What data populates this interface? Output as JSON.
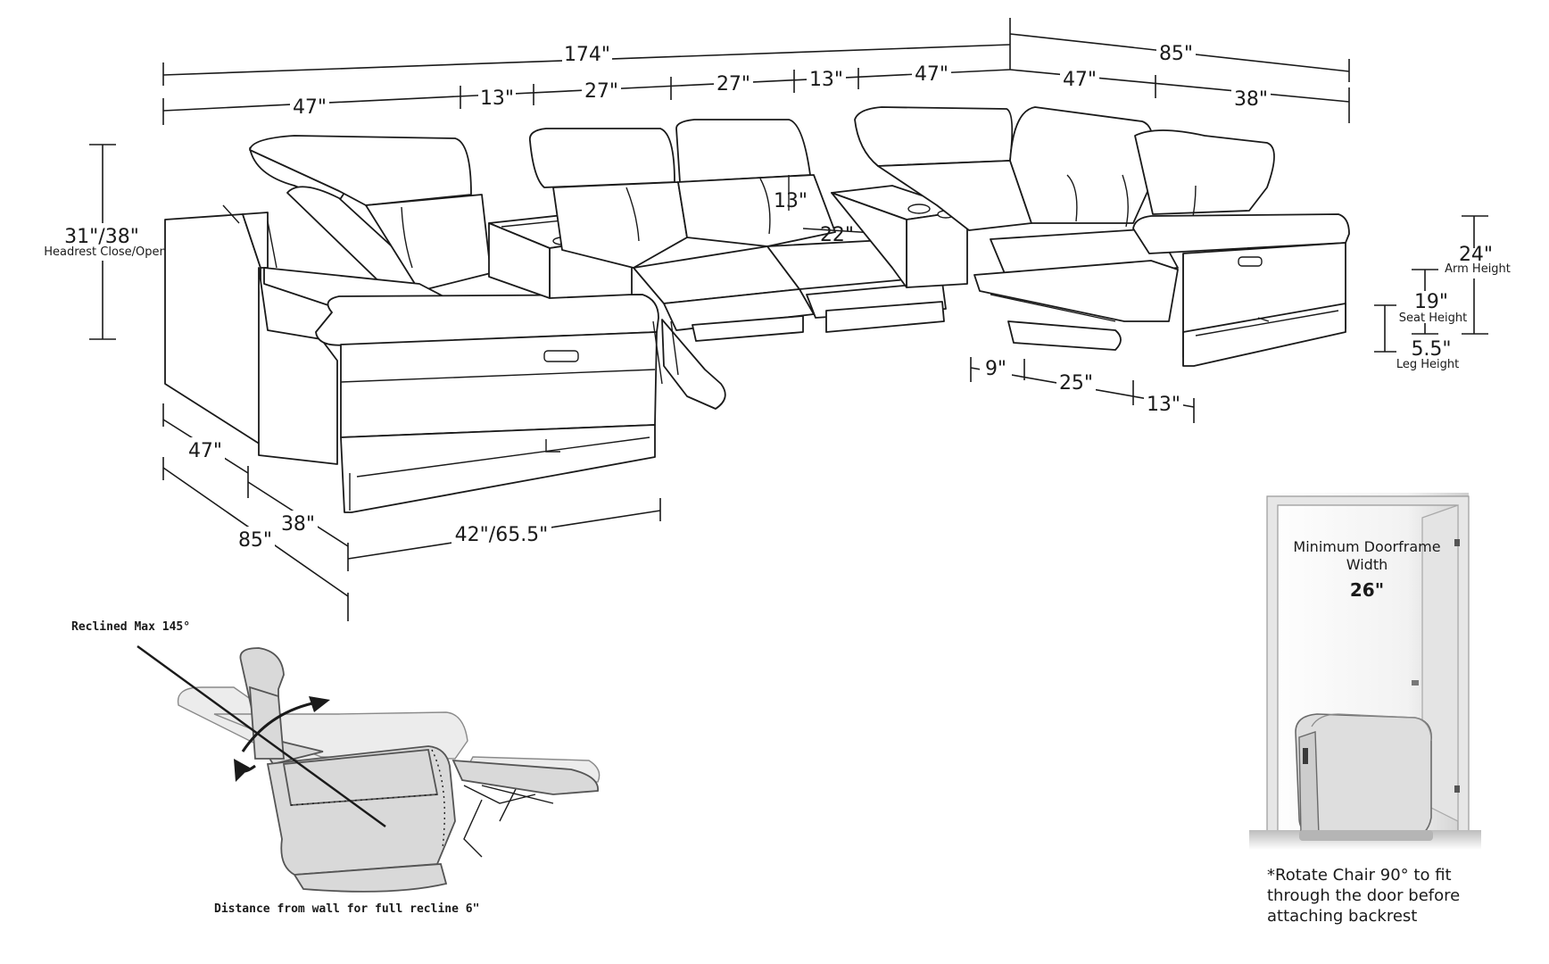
{
  "dimensions": {
    "total_width": "174\"",
    "right_depth_top": "85\"",
    "seg_47_left": "47\"",
    "seg_13_a": "13\"",
    "seg_27_a": "27\"",
    "seg_27_b": "27\"",
    "seg_13_b": "13\"",
    "seg_47_mid": "47\"",
    "seg_47_right": "47\"",
    "seg_38_right": "38\"",
    "headrest_height": "31\"/38\"",
    "headrest_caption": "Headrest Close/Open",
    "seat_depth_13": "13\"",
    "seat_width_22": "22\"",
    "arm_height": "24\"",
    "arm_caption": "Arm Height",
    "seat_height": "19\"",
    "seat_caption": "Seat Height",
    "leg_height": "5.5\"",
    "leg_caption": "Leg Height",
    "footrest_9": "9\"",
    "footrest_25": "25\"",
    "footrest_13": "13\"",
    "left_depth_47": "47\"",
    "left_depth_38": "38\"",
    "left_depth_85": "85\"",
    "recline_length": "42\"/65.5\""
  },
  "recliner": {
    "max_label": "Reclined Max 145°",
    "wall_note": "Distance from wall for full recline 6\""
  },
  "doorframe": {
    "title_line1": "Minimum Doorframe",
    "title_line2": "Width",
    "width_value": "26\"",
    "note_line1": "*Rotate Chair 90° to fit",
    "note_line2": "through the door before",
    "note_line3": "attaching backrest"
  }
}
